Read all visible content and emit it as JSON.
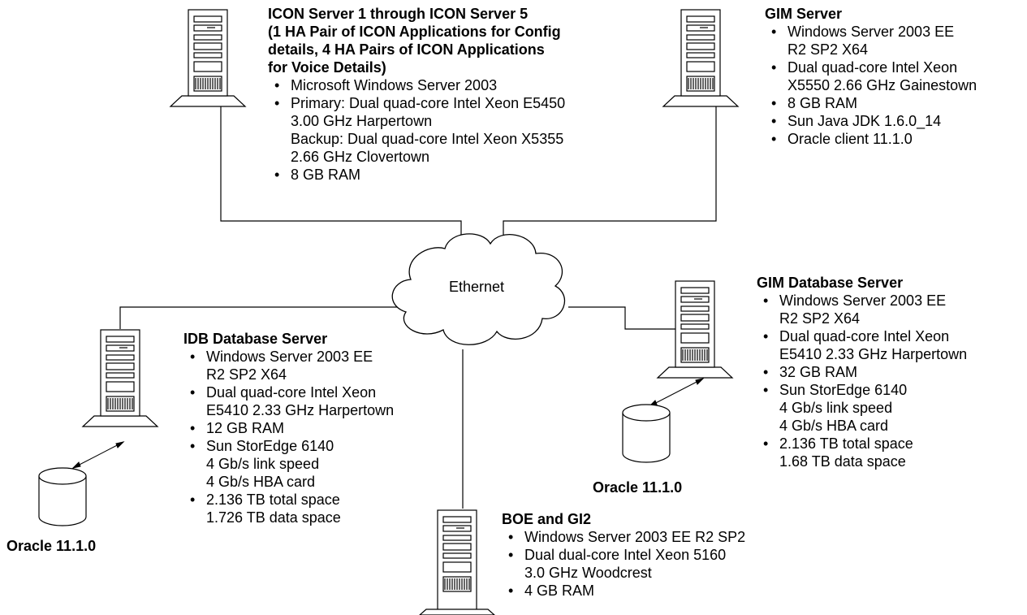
{
  "network": {
    "label": "Ethernet"
  },
  "icon_servers": {
    "title_lines": [
      "ICON Server 1 through ICON Server 5",
      "(1 HA Pair of ICON Applications for Config",
      "details, 4 HA Pairs of ICON Applications",
      "for Voice Details)"
    ],
    "specs": [
      [
        "Microsoft Windows Server 2003"
      ],
      [
        "Primary: Dual quad-core Intel Xeon E5450",
        "3.00 GHz Harpertown",
        "Backup: Dual quad-core Intel Xeon X5355",
        "2.66 GHz Clovertown"
      ],
      [
        "8 GB RAM"
      ]
    ]
  },
  "gim_server": {
    "title": "GIM Server",
    "specs": [
      [
        "Windows Server 2003 EE",
        "R2 SP2 X64"
      ],
      [
        "Dual quad-core Intel Xeon",
        "X5550 2.66 GHz Gainestown"
      ],
      [
        "8 GB RAM"
      ],
      [
        "Sun Java JDK 1.6.0_14"
      ],
      [
        "Oracle client 11.1.0"
      ]
    ]
  },
  "gim_database_server": {
    "title": "GIM Database Server",
    "specs": [
      [
        "Windows Server 2003 EE",
        "R2 SP2 X64"
      ],
      [
        "Dual quad-core Intel Xeon",
        "E5410  2.33 GHz Harpertown"
      ],
      [
        "32 GB RAM"
      ],
      [
        "Sun StorEdge 6140",
        "4 Gb/s link speed",
        "4 Gb/s HBA card"
      ],
      [
        "2.136 TB total space",
        "1.68 TB data space"
      ]
    ],
    "storage_label": "Oracle 11.1.0"
  },
  "idb_database_server": {
    "title": "IDB Database Server",
    "specs": [
      [
        "Windows Server 2003 EE",
        "R2 SP2 X64"
      ],
      [
        "Dual quad-core Intel Xeon",
        "E5410  2.33 GHz Harpertown"
      ],
      [
        "12 GB RAM"
      ],
      [
        "Sun StorEdge 6140",
        "4 Gb/s link speed",
        "4 Gb/s HBA card"
      ],
      [
        "2.136 TB total space",
        "1.726 TB data space"
      ]
    ],
    "storage_label": "Oracle 11.1.0"
  },
  "boe_server": {
    "title": "BOE and GI2",
    "specs": [
      [
        "Windows Server 2003 EE R2 SP2"
      ],
      [
        "Dual dual-core Intel Xeon 5160",
        "3.0 GHz Woodcrest"
      ],
      [
        "4 GB RAM"
      ]
    ]
  }
}
